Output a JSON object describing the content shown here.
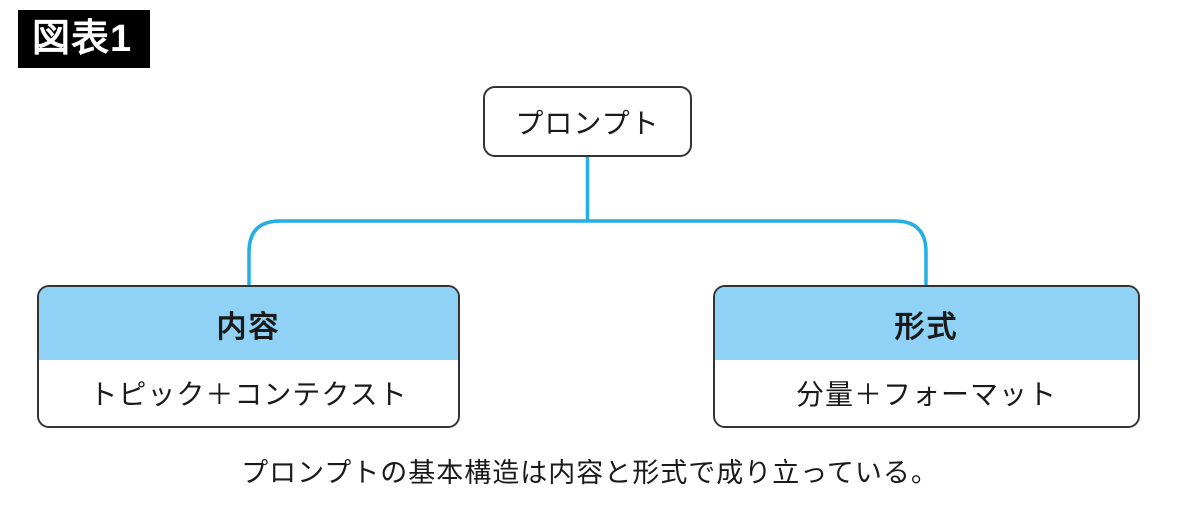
{
  "figure_label": "図表1",
  "root": {
    "label": "プロンプト"
  },
  "children": [
    {
      "header": "内容",
      "body": "トピック＋コンテクスト"
    },
    {
      "header": "形式",
      "body": "分量＋フォーマット"
    }
  ],
  "caption": "プロンプトの基本構造は内容と形式で成り立っている。",
  "colors": {
    "connector": "#25AEE3",
    "node-header": "#8FD2F5",
    "node-border": "#333333",
    "badge-bg": "#000000",
    "badge-text": "#ffffff"
  }
}
